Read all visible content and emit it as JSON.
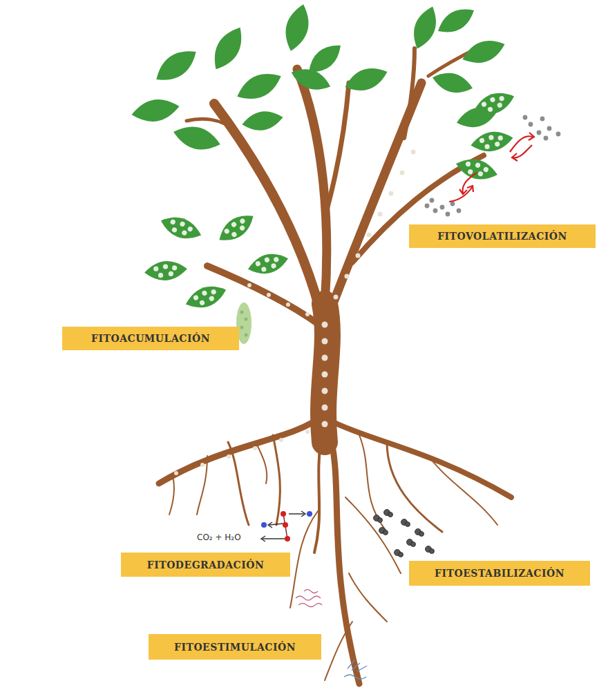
{
  "diagram": {
    "nodes": [
      {
        "text": [
          "FITOVOLATILIZACIÓN"
        ]
      },
      {
        "text": [
          "FITOACUMULACIÓN"
        ]
      },
      {
        "text": [
          "FITODEGRADACIÓN"
        ]
      },
      {
        "text": [
          "FITOESTABILIZACIÓN"
        ]
      },
      {
        "text": [
          "FITOESTIMULACIÓN"
        ]
      }
    ],
    "labels": [
      "CO₂ + H₂O"
    ]
  }
}
